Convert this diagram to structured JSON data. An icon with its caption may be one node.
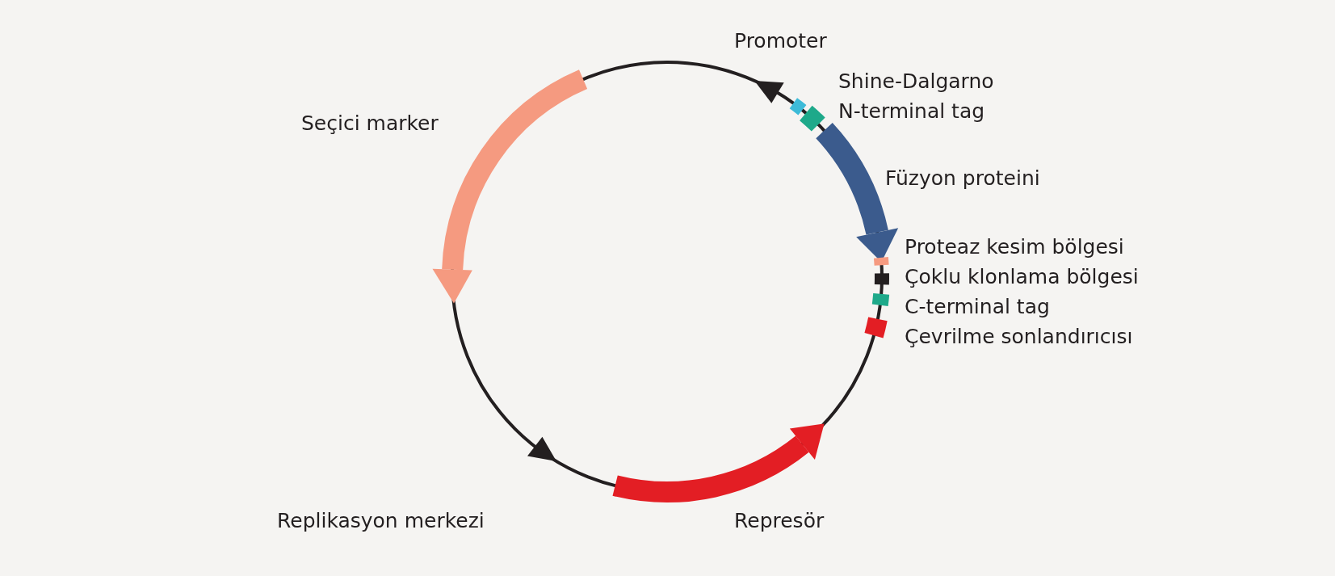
{
  "diagram": {
    "labels": [
      "Promoter",
      "Shine-Dalgarno",
      "N-terminal tag",
      "Seçici marker",
      "Füzyon proteini",
      "Proteaz kesim bölgesi",
      "Çoklu klonlama bölgesi",
      "C-terminal tag",
      "Çevrilme sonlandırıcısı",
      "Replikasyon merkezi",
      "Represör"
    ]
  }
}
